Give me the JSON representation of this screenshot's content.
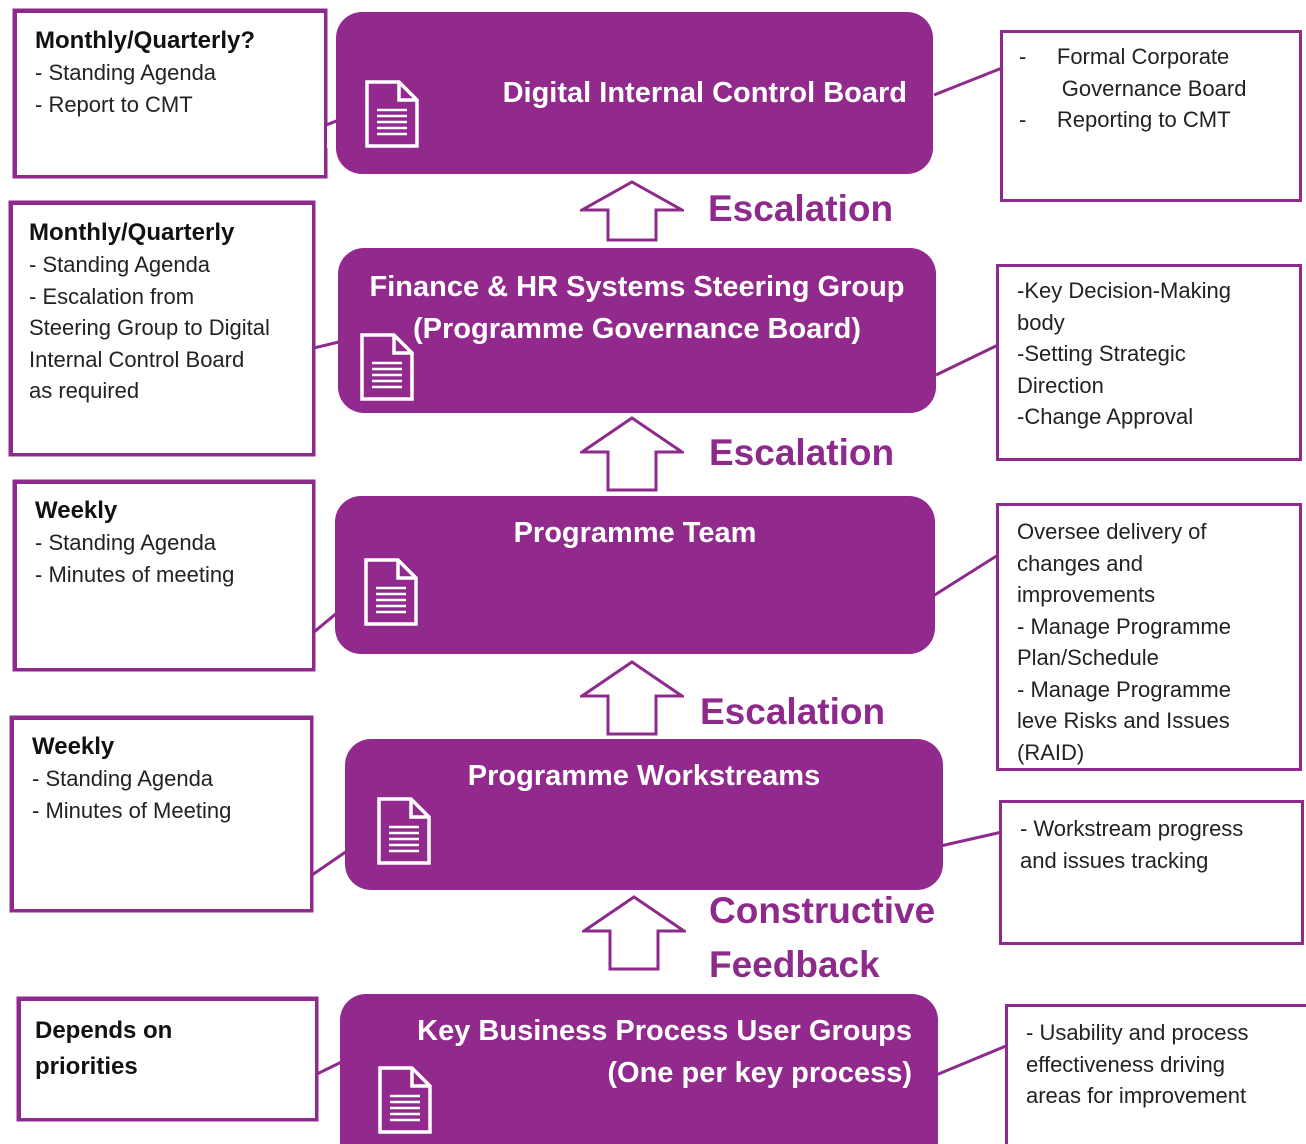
{
  "tiers": [
    {
      "title_lines": [
        "Digital Internal Control Board"
      ],
      "icon": "document-icon"
    },
    {
      "title_lines": [
        "Finance & HR Systems Steering Group",
        "(Programme Governance Board)"
      ],
      "icon": "document-icon"
    },
    {
      "title_lines": [
        "Programme Team"
      ],
      "icon": "document-icon"
    },
    {
      "title_lines": [
        "Programme Workstreams"
      ],
      "icon": "document-icon"
    },
    {
      "title_lines": [
        "Key Business Process User Groups",
        "(One per key process)"
      ],
      "icon": "document-icon"
    }
  ],
  "frequency_notes": [
    {
      "heading": "Monthly/Quarterly?",
      "lines": [
        "- Standing Agenda",
        "- Report to CMT"
      ]
    },
    {
      "heading": "Monthly/Quarterly",
      "lines": [
        "- Standing Agenda",
        "- Escalation from",
        "Steering Group to Digital",
        "Internal Control Board",
        "as required"
      ]
    },
    {
      "heading": "Weekly",
      "lines": [
        "- Standing Agenda",
        "- Minutes of meeting"
      ]
    },
    {
      "heading": "Weekly",
      "lines": [
        "- Standing Agenda",
        "- Minutes of Meeting"
      ]
    },
    {
      "heading": "Depends on",
      "heading2": "priorities",
      "lines": []
    }
  ],
  "role_notes": [
    {
      "lines": [
        "-     Formal Corporate",
        "       Governance Board",
        "-     Reporting to CMT"
      ]
    },
    {
      "lines": [
        "-Key Decision-Making",
        "body",
        "-Setting Strategic",
        "Direction",
        "-Change Approval"
      ]
    },
    {
      "lines": [
        "Oversee delivery of",
        "changes and",
        "improvements",
        "- Manage Programme",
        "Plan/Schedule",
        "- Manage Programme",
        "leve Risks and Issues",
        "(RAID)"
      ]
    },
    {
      "lines": [
        "- Workstream progress",
        "and issues tracking"
      ]
    },
    {
      "lines": [
        "- Usability and process",
        "effectiveness driving",
        "areas for improvement"
      ]
    }
  ],
  "connectors": [
    {
      "lines": [
        "Escalation"
      ],
      "icon": "up-arrow-icon"
    },
    {
      "lines": [
        "Escalation"
      ],
      "icon": "up-arrow-icon"
    },
    {
      "lines": [
        "Escalation"
      ],
      "icon": "up-arrow-icon"
    },
    {
      "lines": [
        "Constructive",
        "Feedback"
      ],
      "icon": "up-arrow-icon"
    }
  ],
  "colors": {
    "purple": "#912a8c",
    "outline": "#8e2a8b",
    "text": "#222222",
    "white": "#ffffff"
  }
}
